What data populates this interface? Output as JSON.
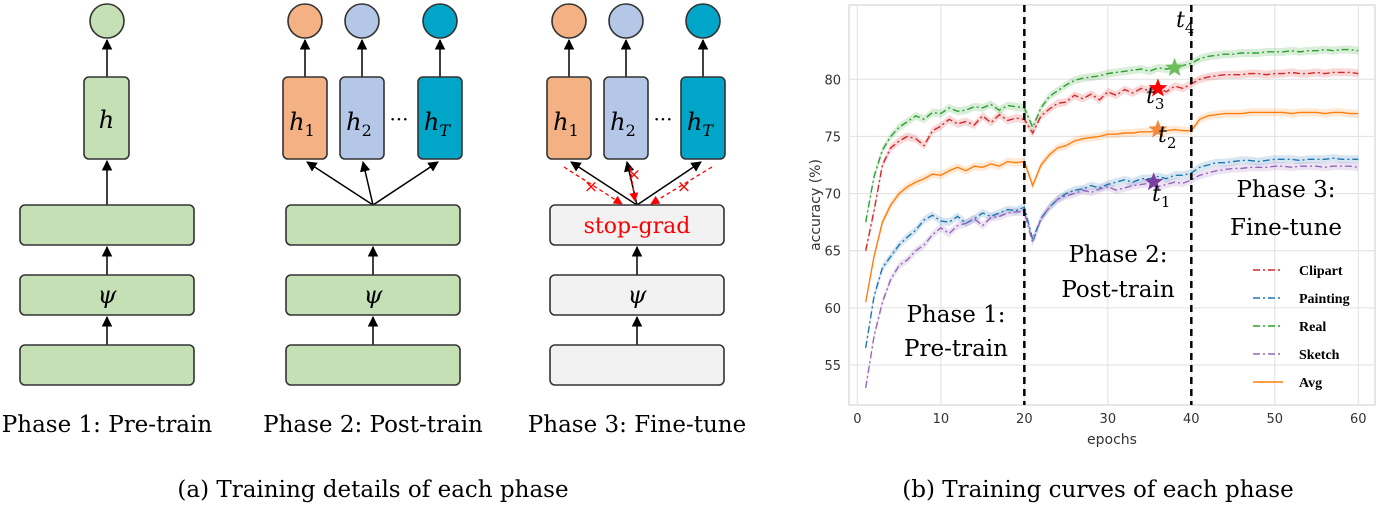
{
  "panel_a": {
    "caption": "(a)  Training details of each phase",
    "phases": [
      {
        "label": "Phase 1: Pre-train",
        "head": "h",
        "backbone": "ψ"
      },
      {
        "label": "Phase 2: Post-train",
        "heads": [
          "h",
          "h",
          "h"
        ],
        "head_subscripts": [
          "1",
          "2",
          "T"
        ],
        "dots": "···",
        "backbone": "ψ"
      },
      {
        "label": "Phase 3: Fine-tune",
        "heads": [
          "h",
          "h",
          "h"
        ],
        "head_subscripts": [
          "1",
          "2",
          "T"
        ],
        "dots": "···",
        "stop_grad": "stop-grad",
        "backbone": "ψ",
        "cross_mark": "×"
      }
    ],
    "colors": {
      "green_fill": "#c5e0b4",
      "green_stroke": "#3a3a3a",
      "orange": "#f4b183",
      "blue": "#b4c7e7",
      "teal": "#00a5c8",
      "gray": "#f2f2f2",
      "red": "#ff0000"
    }
  },
  "panel_b": {
    "caption": "(b)  Training curves of each phase",
    "star_labels": [
      {
        "main": "t",
        "sub": "4"
      },
      {
        "main": "t",
        "sub": "3"
      },
      {
        "main": "t",
        "sub": "2"
      },
      {
        "main": "t",
        "sub": "1"
      }
    ],
    "phase_texts": [
      {
        "line1": "Phase 1:",
        "line2": "Pre-train"
      },
      {
        "line1": "Phase 2:",
        "line2": "Post-train"
      },
      {
        "line1": "Phase 3:",
        "line2": "Fine-tune"
      }
    ]
  },
  "chart_data": {
    "type": "line",
    "title": "",
    "xlabel": "epochs",
    "ylabel": "accuracy (%)",
    "xlim": [
      -1,
      62
    ],
    "ylim": [
      51.5,
      86.5
    ],
    "xticks": [
      0,
      10,
      20,
      30,
      40,
      50,
      60
    ],
    "yticks": [
      55,
      60,
      65,
      70,
      75,
      80
    ],
    "grid": true,
    "legend_position": "bottom-right",
    "phase_boundaries": [
      20,
      40
    ],
    "x": [
      1,
      2,
      3,
      4,
      5,
      6,
      7,
      8,
      9,
      10,
      11,
      12,
      13,
      14,
      15,
      16,
      17,
      18,
      19,
      20,
      21,
      22,
      23,
      24,
      25,
      26,
      27,
      28,
      29,
      30,
      31,
      32,
      33,
      34,
      35,
      36,
      37,
      38,
      39,
      40,
      41,
      42,
      43,
      44,
      45,
      46,
      47,
      48,
      49,
      50,
      51,
      52,
      53,
      54,
      55,
      56,
      57,
      58,
      59,
      60
    ],
    "series": [
      {
        "name": "Clipart",
        "color": "#d62728",
        "dash": "dashdot",
        "values": [
          65.0,
          68.5,
          72.5,
          74.0,
          74.6,
          75.0,
          74.8,
          74.2,
          75.5,
          75.9,
          76.5,
          76.1,
          76.3,
          76.0,
          76.8,
          76.2,
          76.9,
          76.4,
          76.6,
          76.5,
          75.3,
          76.8,
          77.4,
          77.9,
          78.0,
          78.6,
          78.3,
          78.7,
          78.2,
          78.9,
          78.6,
          79.1,
          78.8,
          79.2,
          79.0,
          79.3,
          78.9,
          79.4,
          79.2,
          79.6,
          80.0,
          80.2,
          80.3,
          80.4,
          80.4,
          80.4,
          80.5,
          80.5,
          80.4,
          80.5,
          80.5,
          80.6,
          80.5,
          80.5,
          80.6,
          80.5,
          80.6,
          80.6,
          80.6,
          80.5
        ]
      },
      {
        "name": "Painting",
        "color": "#1f77b4",
        "dash": "dashdot",
        "values": [
          56.5,
          61.0,
          63.5,
          64.5,
          65.5,
          66.2,
          66.8,
          67.7,
          68.1,
          67.6,
          67.5,
          68.0,
          67.4,
          67.8,
          68.3,
          68.0,
          68.3,
          68.6,
          68.5,
          68.8,
          66.0,
          67.8,
          68.8,
          69.5,
          70.0,
          70.3,
          70.4,
          70.7,
          70.5,
          70.8,
          71.0,
          71.2,
          71.0,
          71.3,
          71.3,
          71.5,
          71.3,
          71.6,
          71.6,
          71.8,
          72.3,
          72.5,
          72.7,
          72.7,
          72.8,
          72.9,
          72.9,
          72.8,
          72.9,
          73.0,
          73.0,
          73.0,
          72.9,
          73.0,
          73.0,
          73.0,
          73.1,
          73.0,
          73.0,
          73.0
        ]
      },
      {
        "name": "Real",
        "color": "#2ca02c",
        "dash": "dashdot",
        "values": [
          67.5,
          71.5,
          73.8,
          75.0,
          75.8,
          76.3,
          76.8,
          76.5,
          77.1,
          77.0,
          77.5,
          77.2,
          77.3,
          77.6,
          77.5,
          77.8,
          77.3,
          77.7,
          77.6,
          77.5,
          75.8,
          77.5,
          78.5,
          79.0,
          79.5,
          79.9,
          80.1,
          80.2,
          80.3,
          80.5,
          80.6,
          80.7,
          80.8,
          80.9,
          80.7,
          81.0,
          80.9,
          81.0,
          81.2,
          81.4,
          81.8,
          82.0,
          82.1,
          82.2,
          82.2,
          82.3,
          82.3,
          82.3,
          82.4,
          82.4,
          82.4,
          82.5,
          82.4,
          82.5,
          82.5,
          82.6,
          82.5,
          82.6,
          82.6,
          82.5
        ]
      },
      {
        "name": "Sketch",
        "color": "#9467bd",
        "dash": "dashdot",
        "values": [
          53.0,
          57.5,
          60.5,
          62.5,
          63.7,
          64.2,
          65.0,
          65.5,
          66.4,
          67.0,
          66.5,
          67.2,
          67.4,
          67.8,
          67.2,
          67.9,
          68.0,
          68.3,
          68.4,
          68.4,
          65.7,
          67.8,
          68.8,
          69.5,
          69.8,
          70.0,
          70.3,
          70.1,
          70.4,
          70.6,
          70.3,
          70.5,
          70.7,
          70.8,
          70.9,
          70.6,
          70.8,
          71.0,
          70.9,
          71.2,
          71.6,
          71.8,
          72.0,
          72.1,
          72.2,
          72.2,
          72.3,
          72.3,
          72.3,
          72.4,
          72.4,
          72.3,
          72.4,
          72.4,
          72.4,
          72.3,
          72.4,
          72.4,
          72.4,
          72.3
        ]
      },
      {
        "name": "Avg",
        "color": "#ff7f0e",
        "dash": "solid",
        "values": [
          60.5,
          64.5,
          67.5,
          69.0,
          70.0,
          70.6,
          71.0,
          71.3,
          71.7,
          71.6,
          72.0,
          72.3,
          72.0,
          72.4,
          72.3,
          72.6,
          72.4,
          72.8,
          72.7,
          72.8,
          70.7,
          72.5,
          73.4,
          74.0,
          74.2,
          74.6,
          74.8,
          74.9,
          75.0,
          75.2,
          75.2,
          75.3,
          75.3,
          75.4,
          75.4,
          75.5,
          75.5,
          75.6,
          75.5,
          75.5,
          76.5,
          76.8,
          76.9,
          77.0,
          77.0,
          77.0,
          77.1,
          77.1,
          77.1,
          77.1,
          77.1,
          77.0,
          77.1,
          77.1,
          77.1,
          77.0,
          77.1,
          77.1,
          77.0,
          77.0
        ]
      }
    ],
    "stars": [
      {
        "x": 38,
        "y": 81.0,
        "color": "#6bbf59",
        "label": "t4"
      },
      {
        "x": 36,
        "y": 79.2,
        "color": "#ff0000",
        "label": "t3"
      },
      {
        "x": 36,
        "y": 75.6,
        "color": "#f0883e",
        "label": "t2"
      },
      {
        "x": 35.5,
        "y": 71.0,
        "color": "#7b3fa0",
        "label": "t1"
      }
    ]
  }
}
